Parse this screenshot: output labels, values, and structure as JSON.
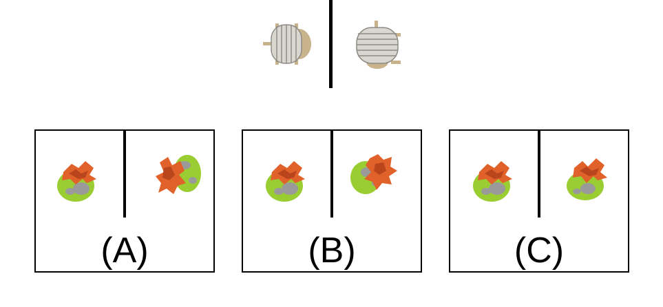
{
  "reference": {
    "object": "wrapped-spool",
    "views": [
      "side-view",
      "rotated-view"
    ]
  },
  "options": [
    {
      "label": "(A)",
      "object": "autumn-tree-on-green-base"
    },
    {
      "label": "(B)",
      "object": "autumn-tree-on-green-base"
    },
    {
      "label": "(C)",
      "object": "autumn-tree-on-green-base"
    }
  ],
  "colors": {
    "line": "#000000",
    "rope": "#d9d7cf",
    "rope_shadow": "#8e8c86",
    "wood": "#c8b38c",
    "leaves": "#e0622a",
    "leaves_dark": "#b8451b",
    "grass": "#9acd32",
    "rock": "#9a9a9a"
  }
}
